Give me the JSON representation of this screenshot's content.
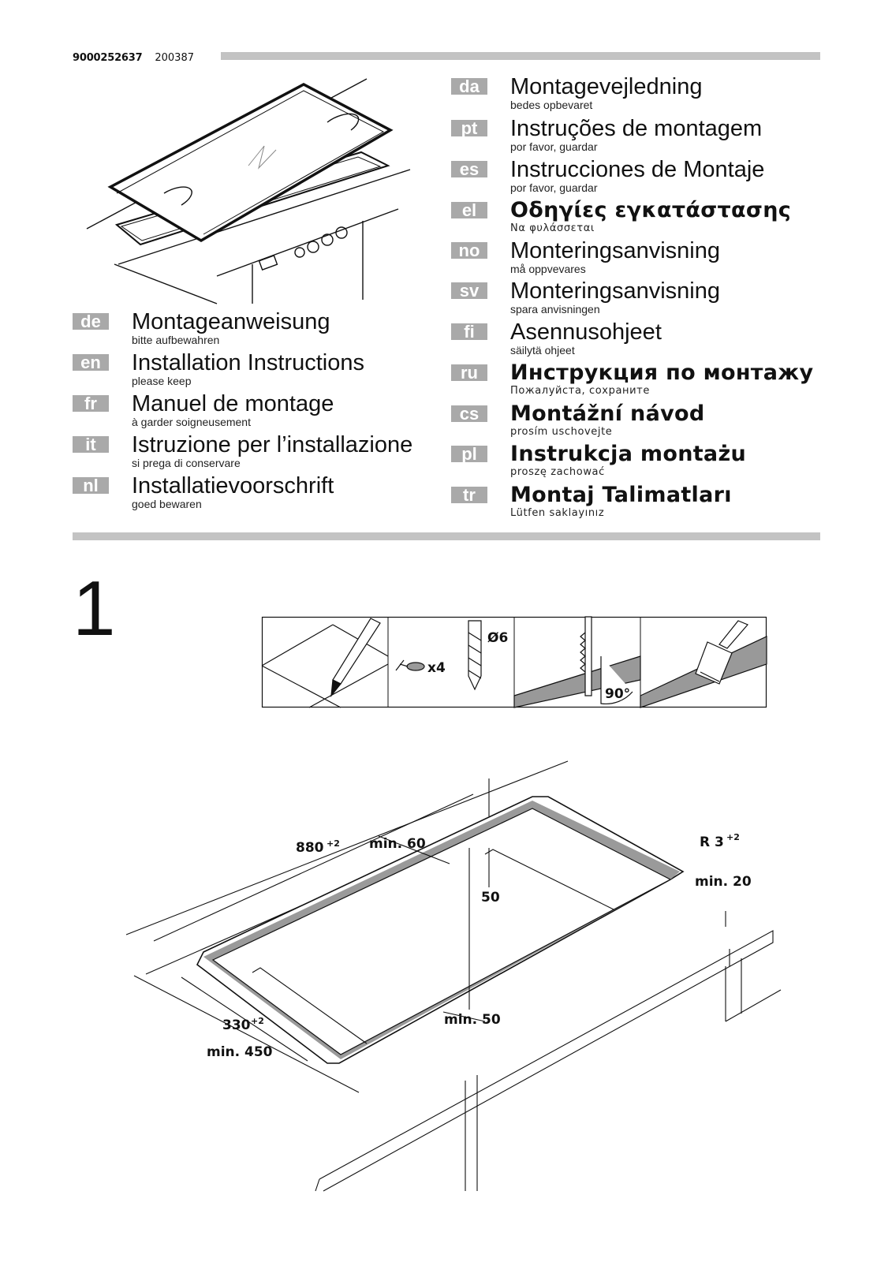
{
  "header": {
    "article_number": "9000252637",
    "revision": "200387"
  },
  "languages_left": [
    {
      "code": "de",
      "title": "Montageanweisung",
      "subtitle": "bitte aufbewahren"
    },
    {
      "code": "en",
      "title": "Installation Instructions",
      "subtitle": "please keep"
    },
    {
      "code": "fr",
      "title": "Manuel de montage",
      "subtitle": "à garder soigneusement"
    },
    {
      "code": "it",
      "title": "Istruzione per l’installazione",
      "subtitle": "si prega di conservare"
    },
    {
      "code": "nl",
      "title": "Installatievoorschrift",
      "subtitle": "goed bewaren"
    }
  ],
  "languages_right": [
    {
      "code": "da",
      "title": "Montagevejledning",
      "subtitle": "bedes opbevaret"
    },
    {
      "code": "pt",
      "title": "Instruções de montagem",
      "subtitle": "por favor, guardar"
    },
    {
      "code": "es",
      "title": "Instrucciones de Montaje",
      "subtitle": "por favor, guardar"
    },
    {
      "code": "el",
      "title": "Οδηγίες εγκατάστασης",
      "subtitle": "Να φυλάσσεται"
    },
    {
      "code": "no",
      "title": "Monteringsanvisning",
      "subtitle": "må oppvevares"
    },
    {
      "code": "sv",
      "title": "Monteringsanvisning",
      "subtitle": "spara anvisningen"
    },
    {
      "code": "fi",
      "title": "Asennusohjeet",
      "subtitle": "säilytä ohjeet"
    },
    {
      "code": "ru",
      "title": "Инструкция по монтажу",
      "subtitle": "Пожалуйста, сохраните"
    },
    {
      "code": "cs",
      "title": "Montážní návod",
      "subtitle": "prosím uschovejte"
    },
    {
      "code": "pl",
      "title": "Instrukcja montażu",
      "subtitle": "proszę zachować"
    },
    {
      "code": "tr",
      "title": "Montaj Talimatları",
      "subtitle": "Lütfen saklayınız"
    }
  ],
  "step": {
    "number": "1",
    "tools": {
      "drill_diameter": "Ø6",
      "plug_count": "x4",
      "saw_angle": "90°"
    },
    "dimensions": {
      "width": "880",
      "width_tolerance": "+2",
      "depth": "330",
      "depth_tolerance": "+2",
      "min_back": "min. 60",
      "min_front": "min. 50",
      "min_worktop_depth": "min. 450",
      "gap": "50",
      "radius": "R 3",
      "radius_tolerance": "+2",
      "min_wall": "min. 20"
    }
  }
}
